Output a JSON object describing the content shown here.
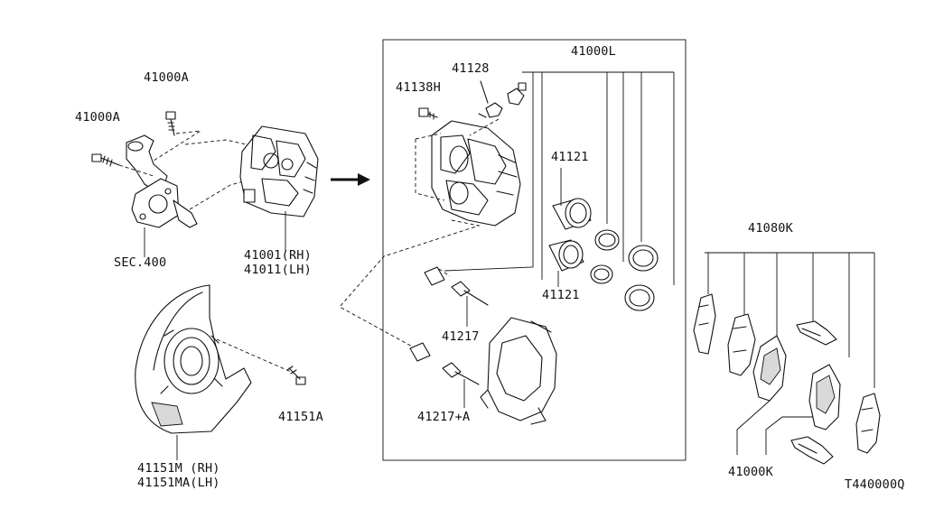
{
  "labels": {
    "p41000A_top": "41000A",
    "p41000A_left": "41000A",
    "sec400": "SEC.400",
    "p41001": "41001(RH)",
    "p41011": "41011(LH)",
    "p41151M": "41151M (RH)",
    "p41151MA": "41151MA(LH)",
    "p41151A": "41151A",
    "p41128": "41128",
    "p41138H": "41138H",
    "p41000L": "41000L",
    "p41121_top": "41121",
    "p41121_bottom": "41121",
    "p41217": "41217",
    "p41217A": "41217+A",
    "p41080K": "41080K",
    "p41000K": "41000K",
    "diagram_code": "T440000Q"
  }
}
